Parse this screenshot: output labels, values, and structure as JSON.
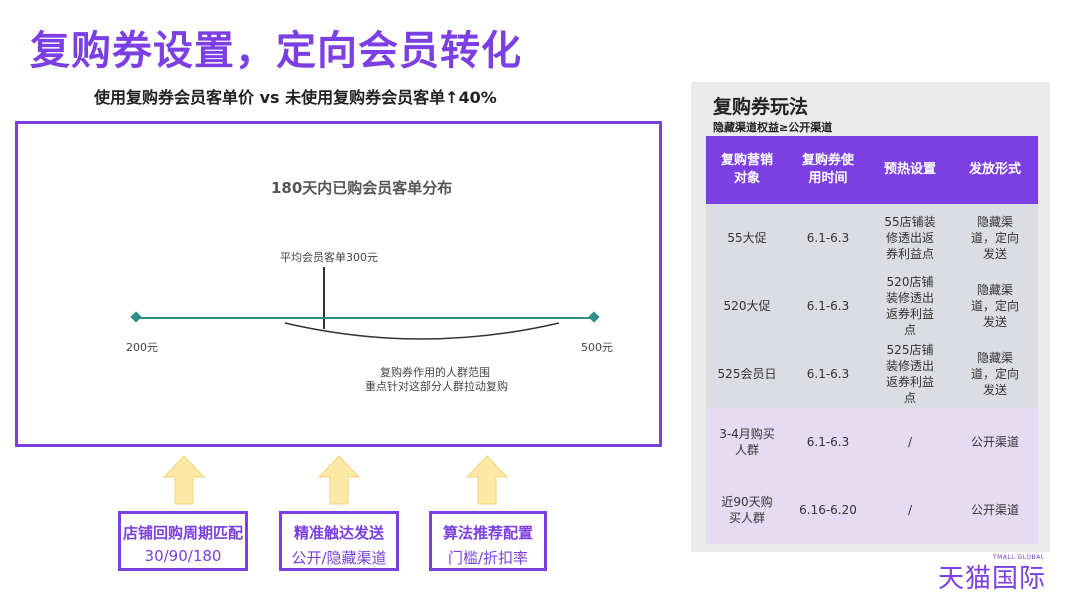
{
  "header": {
    "title": "复购券设置，定向会员转化",
    "subtitle": "使用复购券会员客单价 vs 未使用复购券会员客单↑40%"
  },
  "distribution": {
    "title": "180天内已购会员客单分布",
    "avg_label": "平均会员客单300元",
    "min_label": "200元",
    "max_label": "500元",
    "range_line1": "复购券作用的人群范围",
    "range_line2": "重点针对这部分人群拉动复购",
    "axis_color": "#2f8f87"
  },
  "levers": [
    {
      "title": "店铺回购周期匹配",
      "detail": "30/90/180"
    },
    {
      "title": "精准触达发送",
      "detail": "公开/隐藏渠道"
    },
    {
      "title": "算法推荐配置",
      "detail": "门槛/折扣率"
    }
  ],
  "playbook": {
    "title": "复购券玩法",
    "subtitle": "隐藏渠道权益≥公开渠道",
    "columns": [
      "复购营销对象",
      "复购券使用时间",
      "预热设置",
      "发放形式"
    ],
    "rows": [
      [
        "55大促",
        "6.1-6.3",
        "55店铺装修透出返券利益点",
        "隐藏渠道，定向发送"
      ],
      [
        "520大促",
        "6.1-6.3",
        "520店铺装修透出返券利益点",
        "隐藏渠道，定向发送"
      ],
      [
        "525会员日",
        "6.1-6.3",
        "525店铺装修透出返券利益点",
        "隐藏渠道，定向发送"
      ],
      [
        "3-4月购买人群",
        "6.1-6.3",
        "/",
        "公开渠道"
      ],
      [
        "近90天购买人群",
        "6.16-6.20",
        "/",
        "公开渠道"
      ]
    ]
  },
  "brand": {
    "name": "天猫国际",
    "small": "TMALL GLOBAL"
  },
  "colors": {
    "accent": "#7b3fe4",
    "arrow_fill": "#fde9a6",
    "row_gray": "#dbdde2",
    "row_purple": "#e5dcf3"
  }
}
